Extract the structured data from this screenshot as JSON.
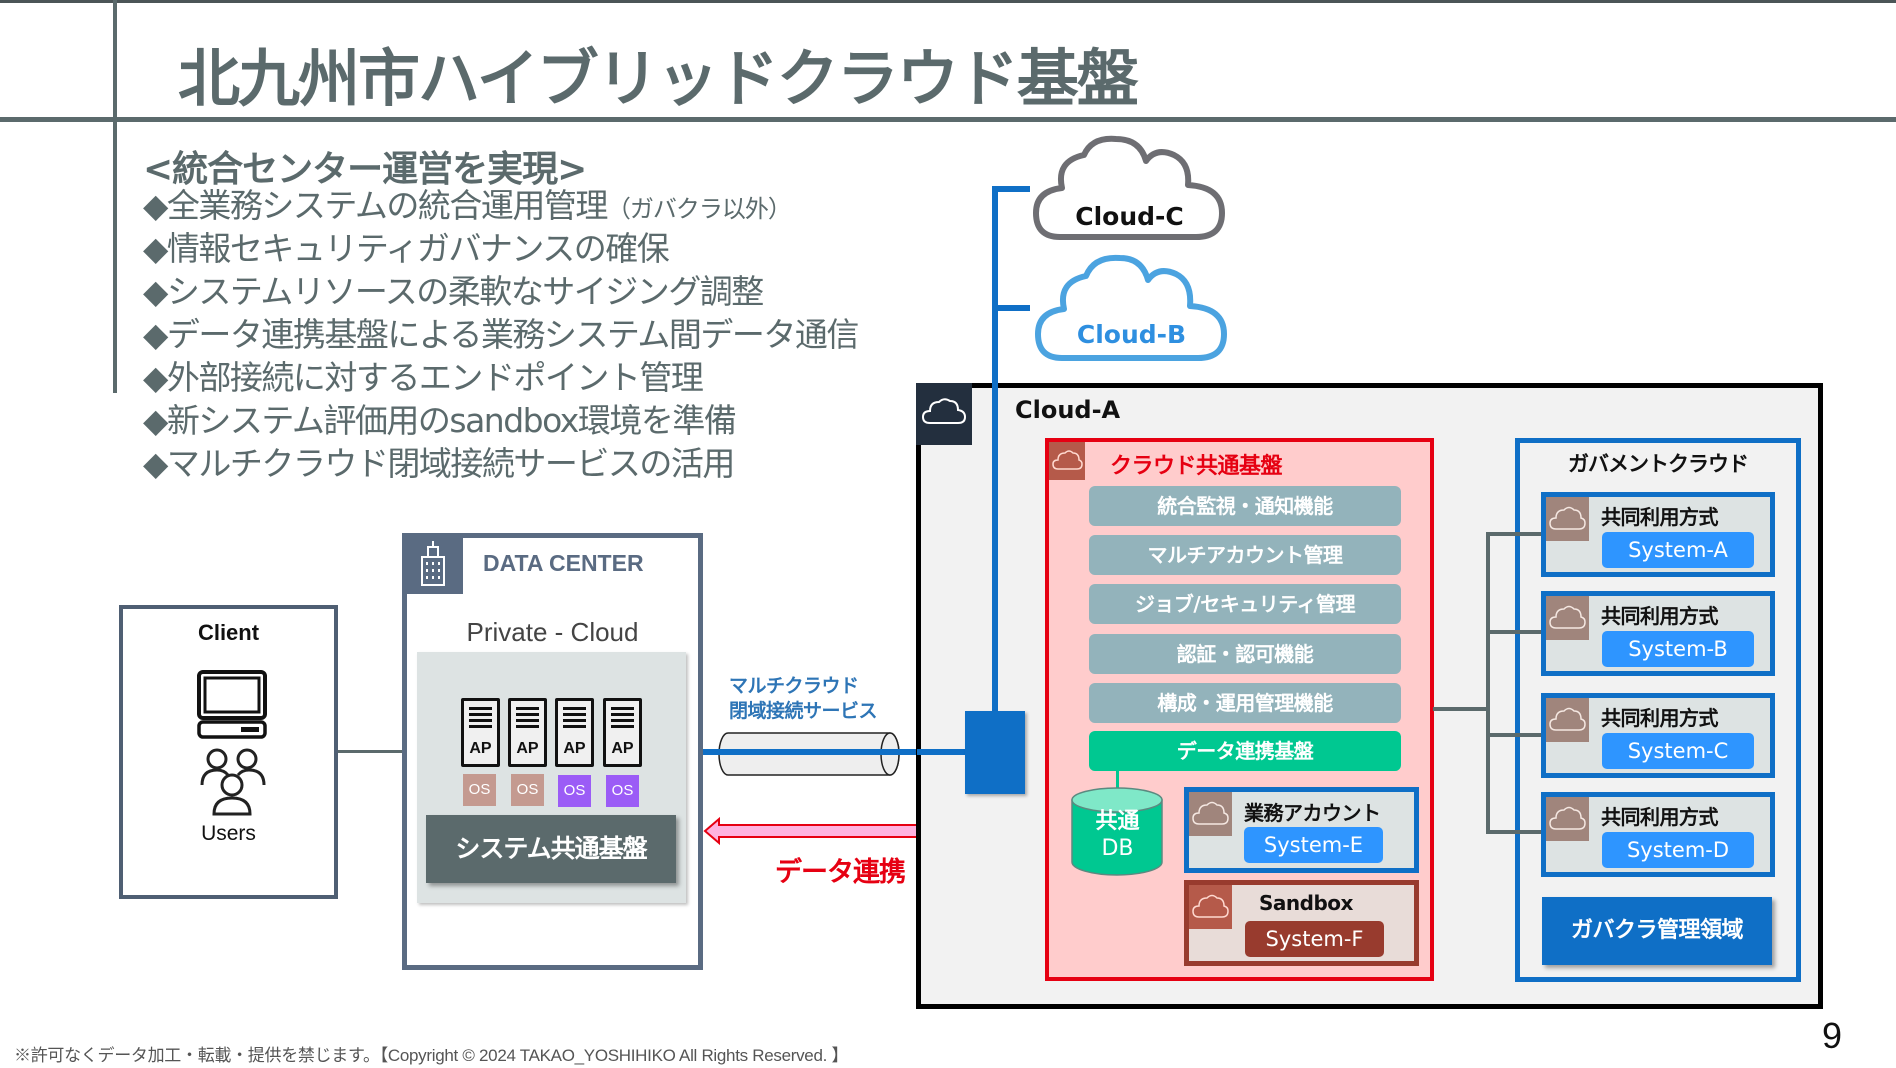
{
  "slide": {
    "title": "北九州市ハイブリッドクラウド基盤",
    "page_number": "9",
    "footer": "※許可なくデータ加工・転載・提供を禁じます。【Copyright © 2024 TAKAO_YOSHIHIKO All Rights Reserved. 】"
  },
  "summary": {
    "heading": "<統合センター運営を実現>",
    "bullets": [
      {
        "text": "◆全業務システムの統合運用管理",
        "note": "（ガバクラ以外）"
      },
      {
        "text": "◆情報セキュリティガバナンスの確保",
        "note": ""
      },
      {
        "text": "◆システムリソースの柔軟なサイジング調整",
        "note": ""
      },
      {
        "text": "◆データ連携基盤による業務システム間データ通信",
        "note": ""
      },
      {
        "text": "◆外部接続に対するエンドポイント管理",
        "note": ""
      },
      {
        "text": "◆新システム評価用のsandbox環境を準備",
        "note": ""
      },
      {
        "text": "◆マルチクラウド閉域接続サービスの活用",
        "note": ""
      }
    ]
  },
  "client": {
    "label": "Client",
    "icons": [
      "computer-icon",
      "users-icon"
    ],
    "users_label": "Users"
  },
  "data_center": {
    "title": "DATA CENTER",
    "icon": "building-icon",
    "subtitle": "Private - Cloud",
    "servers": [
      {
        "label": "AP",
        "os": "OS",
        "os_color": "#c49a90"
      },
      {
        "label": "AP",
        "os": "OS",
        "os_color": "#c49a90"
      },
      {
        "label": "AP",
        "os": "OS",
        "os_color": "#9b5cf6"
      },
      {
        "label": "AP",
        "os": "OS",
        "os_color": "#9b5cf6"
      }
    ],
    "platform": "システム共通基盤"
  },
  "connection": {
    "multicloud_line1": "マルチクラウド",
    "multicloud_line2": "閉域接続サービス",
    "data_link": "データ連携"
  },
  "external_clouds": [
    {
      "label": "Cloud-C",
      "color": "#6e6e73"
    },
    {
      "label": "Cloud-B",
      "color": "#4ba3e0"
    }
  ],
  "cloud_a": {
    "label": "Cloud-A",
    "icon": "cloud-icon",
    "common_platform": {
      "title": "クラウド共通基盤",
      "functions": [
        "統合監視・通知機能",
        "マルチアカウント管理",
        "ジョブ/セキュリティ管理",
        "認証・認可機能",
        "構成・運用管理機能",
        "データ連携基盤"
      ],
      "db_line1": "共通",
      "db_line2": "DB",
      "business_account": {
        "title": "業務アカウント",
        "system": "System-E"
      },
      "sandbox": {
        "title": "Sandbox",
        "system": "System-F"
      }
    },
    "gov_cloud": {
      "title": "ガバメントクラウド",
      "systems": [
        {
          "title": "共同利用方式",
          "system": "System-A"
        },
        {
          "title": "共同利用方式",
          "system": "System-B"
        },
        {
          "title": "共同利用方式",
          "system": "System-C"
        },
        {
          "title": "共同利用方式",
          "system": "System-D"
        }
      ],
      "management": "ガバクラ管理領域"
    }
  },
  "colors": {
    "title_gray": "#5b6a6c",
    "blue": "#0f6fc6",
    "red": "#e60012",
    "green": "#00c891",
    "pill_blue": "#2e95ff"
  }
}
